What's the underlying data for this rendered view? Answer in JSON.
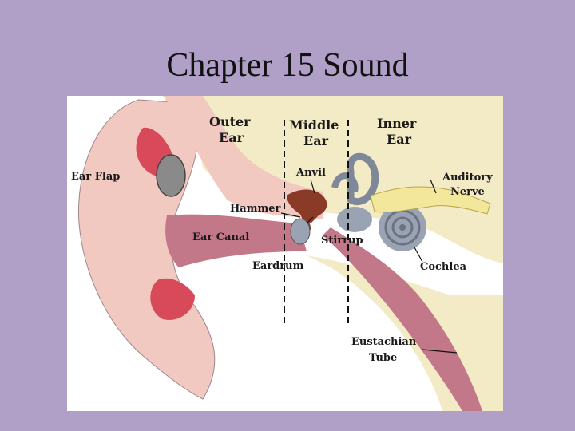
{
  "slide": {
    "title": "Chapter 15  Sound"
  },
  "diagram": {
    "labels": {
      "outer_ear": [
        "Outer",
        "Ear"
      ],
      "middle_ear": [
        "Middle",
        "Ear"
      ],
      "inner_ear": [
        "Inner",
        "Ear"
      ],
      "ear_flap": "Ear Flap",
      "anvil": "Anvil",
      "auditory_nerve": [
        "Auditory",
        "Nerve"
      ],
      "hammer": "Hammer",
      "ear_canal": "Ear Canal",
      "stirrup": "Stirrup",
      "eardrum": "Eardrum",
      "cochlea": "Cochlea",
      "eustachian_tube": [
        "Eustachian",
        "Tube"
      ]
    }
  },
  "colors": {
    "background": "#b0a0c8",
    "skin": "#f2c9c0",
    "red": "#d84a5a",
    "canal": "#c27888",
    "bone": "#f3eac6",
    "ossicles": "#8b3a28",
    "inner": "#9aa3b4",
    "nerve": "#f2e79a"
  }
}
